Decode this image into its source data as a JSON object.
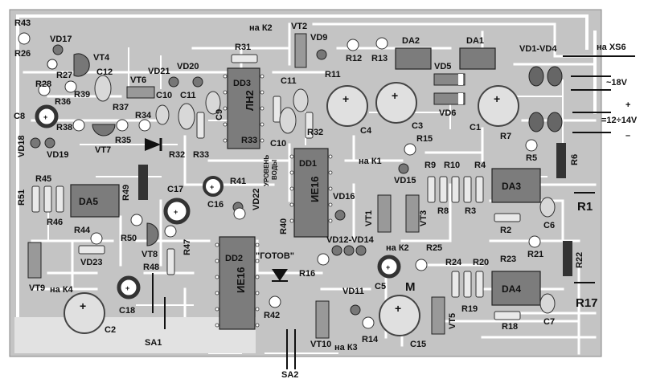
{
  "title_labels": {
    "to_k2": "на К2",
    "to_k1": "на К1",
    "to_k2b": "на К2",
    "to_k3": "на К3",
    "to_k4": "на К4",
    "to_xs6": "на XS6",
    "v18": "~18V",
    "plus": "+",
    "v12_14": "=12÷14V",
    "minus": "–",
    "gotov": "\"ГОТОВ\"",
    "uroven1": "УРОВЕНЬ",
    "uroven2": "ВОДЫ",
    "m_mark": "М"
  },
  "chips": {
    "dd1": {
      "ref": "DD1",
      "part": "ИЕ16"
    },
    "dd2": {
      "ref": "DD2",
      "part": "ИЕ16"
    },
    "dd3": {
      "ref": "DD3",
      "part": "ЛН2"
    },
    "da1": "DA1",
    "da2": "DA2",
    "da3": "DA3",
    "da4": "DA4",
    "da5": "DA5"
  },
  "labels": {
    "R43": "R43",
    "VD17": "VD17",
    "R26": "R26",
    "R27": "R27",
    "VT4": "VT4",
    "C12": "C12",
    "R28": "R28",
    "R39": "R39",
    "VT6": "VT6",
    "R36": "R36",
    "C8": "C8",
    "R37": "R37",
    "R38": "R38",
    "VT7": "VT7",
    "R34": "R34",
    "R35": "R35",
    "VD18": "VD18",
    "VD19": "VD19",
    "VD21": "VD21",
    "VD20": "VD20",
    "C10a": "C10",
    "C11a": "C11",
    "C9": "C9",
    "R32a": "R32",
    "R33a": "R33",
    "R31": "R31",
    "VT2": "VT2",
    "VD9": "VD9",
    "R12": "R12",
    "R13": "R13",
    "R11": "R11",
    "C11b": "C11",
    "C10b": "C10",
    "R32b": "R32",
    "R33b": "R33",
    "C4": "C4",
    "C3": "C3",
    "VD5": "VD5",
    "VD6": "VD6",
    "C1": "C1",
    "VD1_VD4": "VD1-VD4",
    "R15": "R15",
    "R7": "R7",
    "R5": "R5",
    "R6": "R6",
    "R45": "R45",
    "R51": "R51",
    "R46": "R46",
    "R49": "R49",
    "C17": "C17",
    "C16": "C16",
    "R41": "R41",
    "VD22": "VD22",
    "R40": "R40",
    "R50": "R50",
    "R44": "R44",
    "VD23": "VD23",
    "VT8": "VT8",
    "R47": "R47",
    "R48": "R48",
    "VT9": "VT9",
    "C18": "C18",
    "C2": "C2",
    "SA1": "SA1",
    "VD16": "VD16",
    "VD15": "VD15",
    "R9": "R9",
    "R10": "R10",
    "R4": "R4",
    "R8": "R8",
    "R3": "R3",
    "VT1": "VT1",
    "VT3": "VT3",
    "R1": "R1",
    "C6": "C6",
    "R2": "R2",
    "VD12_VD14": "VD12-VD14",
    "R25": "R25",
    "R16": "R16",
    "C5": "C5",
    "R24": "R24",
    "R20": "R20",
    "R23": "R23",
    "R21": "R21",
    "R22": "R22",
    "R19": "R19",
    "R17": "R17",
    "C7": "C7",
    "R18": "R18",
    "VT5": "VT5",
    "C15": "C15",
    "VD11": "VD11",
    "R14": "R14",
    "R42": "R42",
    "VT10": "VT10",
    "SA2": "SA2"
  },
  "colors": {
    "board": "#c4c4c4",
    "trace": "#ffffff",
    "chip": "#7c7c7c",
    "electrolytic": "#e0e0e0",
    "diode": "#555555",
    "text": "#111111"
  }
}
